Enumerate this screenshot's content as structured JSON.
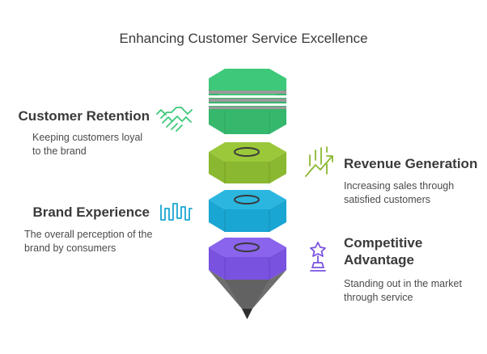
{
  "title": "Enhancing Customer Service Excellence",
  "items": [
    {
      "label": "Customer Retention",
      "desc": "Keeping customers loyal to the brand",
      "icon": "handshake-icon",
      "color": "#3ec97a"
    },
    {
      "label": "Revenue Generation",
      "desc": "Increasing sales through satisfied customers",
      "icon": "growth-chart-icon",
      "color": "#8ab830"
    },
    {
      "label": "Brand Experience",
      "desc": "The overall perception of the brand by consumers",
      "icon": "sound-wave-icon",
      "color": "#1aa6d3"
    },
    {
      "label": "Competitive Advantage",
      "desc": "Standing out in the market through service",
      "icon": "trophy-star-icon",
      "color": "#7a52e0"
    }
  ],
  "colors": {
    "pencil_tip": "#6e6e6e",
    "lead": "#2f2f2f",
    "stripes": "#9a9a9a"
  }
}
